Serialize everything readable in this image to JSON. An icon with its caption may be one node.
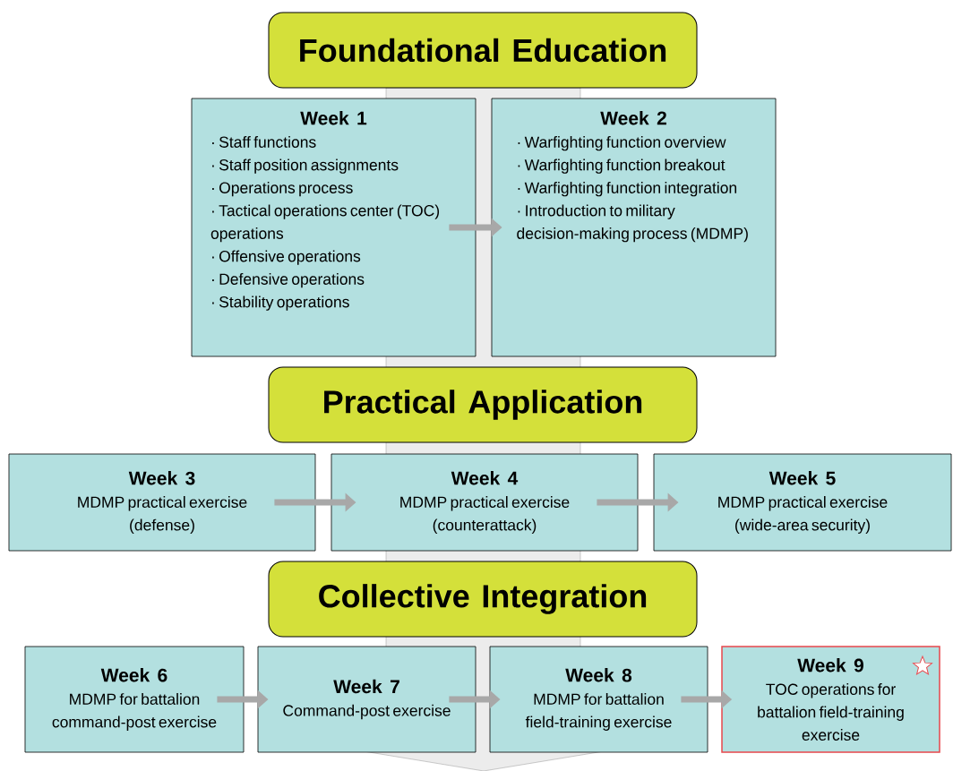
{
  "diagram": {
    "nodes": [
      {
        "text": [
          "Foundational Education"
        ]
      },
      {
        "text": [
          "Week 1",
          "· Staff functions",
          "· Staff position assignments",
          "· Operations process",
          "· Tactical operations center (TOC) operations",
          "· Offensive operations",
          "· Defensive operations",
          "· Stability operations"
        ]
      },
      {
        "text": [
          "Week 2",
          "· Warfighting function overview",
          "· Warfighting function breakout",
          "· Warfighting function integration",
          "· Introduction to military decision-making process (MDMP)"
        ]
      },
      {
        "text": [
          "Practical Application"
        ]
      },
      {
        "text": [
          "Week 3",
          "MDMP practical exercise (defense)"
        ]
      },
      {
        "text": [
          "Week 4",
          "MDMP practical exercise (counterattack)"
        ]
      },
      {
        "text": [
          "Week 5",
          "MDMP practical exercise (wide-area security)"
        ]
      },
      {
        "text": [
          "Collective Integration"
        ]
      },
      {
        "text": [
          "Week 6",
          "MDMP for battalion command-post exercise"
        ]
      },
      {
        "text": [
          "Week 7",
          "Command-post exercise"
        ]
      },
      {
        "text": [
          "Week 8",
          "MDMP for battalion field-training exercise"
        ]
      },
      {
        "text": [
          "Week 9",
          "TOC operations for battalion field-training exercise"
        ]
      }
    ],
    "edges": [
      {
        "from": 1,
        "to": 2,
        "arrow": "to"
      },
      {
        "from": 4,
        "to": 5,
        "arrow": "to"
      },
      {
        "from": 5,
        "to": 6,
        "arrow": "to"
      },
      {
        "from": 8,
        "to": 9,
        "arrow": "to"
      },
      {
        "from": 9,
        "to": 10,
        "arrow": "to"
      },
      {
        "from": 10,
        "to": 11,
        "arrow": "to"
      }
    ]
  }
}
